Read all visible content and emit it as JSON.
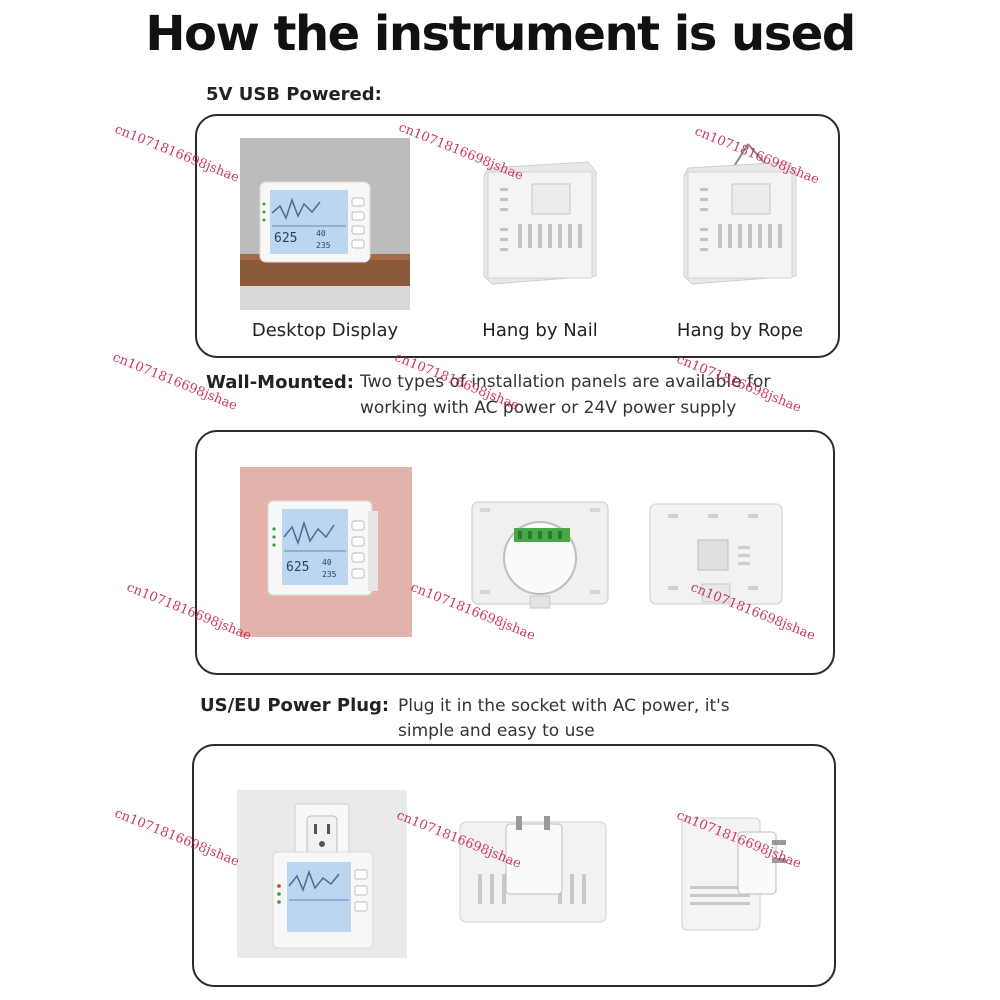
{
  "title": "How the instrument is used",
  "section1": {
    "label": "5V USB Powered:",
    "captions": [
      "Desktop Display",
      "Hang by Nail",
      "Hang by Rope"
    ]
  },
  "section2": {
    "label": "Wall-Mounted:",
    "desc_line1": "Two types of installation panels are available for",
    "desc_line2": "working with AC power or 24V power supply"
  },
  "section3": {
    "label": "US/EU Power Plug:",
    "desc_line1": "Plug it in the socket with AC power, it's",
    "desc_line2": "simple and easy to use"
  },
  "device_screen": {
    "main_value": "625",
    "temp_value": "40",
    "humidity_value": "235"
  },
  "watermark": "cn1071816698jshae",
  "colors": {
    "panel_border": "#2a2a2a",
    "watermark": "#c8244f",
    "screen": "#bcd6f0",
    "wall_pink": "#e3b2ac"
  }
}
